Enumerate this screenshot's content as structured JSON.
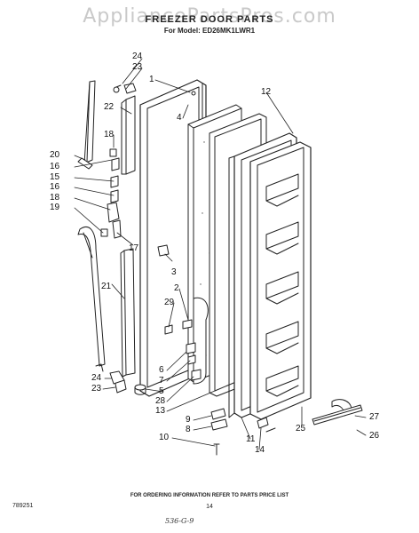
{
  "watermark": "AppliancePartsPros.com",
  "title": "FREEZER DOOR PARTS",
  "model_line": "For Model: ED26MK1LWR1",
  "footer": {
    "note": "FOR ORDERING INFORMATION REFER TO PARTS PRICE LIST",
    "page_number": "14",
    "doc_number": "789251",
    "handwritten_code": "536-G-9"
  },
  "callouts": {
    "c24a": "24",
    "c23a": "23",
    "c1": "1",
    "c22": "22",
    "c4": "4",
    "c12": "12",
    "c18a": "18",
    "c20": "20",
    "c16a": "16",
    "c15": "15",
    "c16b": "16",
    "c18b": "18",
    "c19": "19",
    "c17": "17",
    "c21": "21",
    "c3": "3",
    "c2": "2",
    "c29": "29",
    "c6": "6",
    "c7": "7",
    "c5": "5",
    "c24b": "24",
    "c23b": "23",
    "c28": "28",
    "c13": "13",
    "c9": "9",
    "c8": "8",
    "c10": "10",
    "c11": "11",
    "c14": "14",
    "c25": "25",
    "c27": "27",
    "c26": "26"
  }
}
